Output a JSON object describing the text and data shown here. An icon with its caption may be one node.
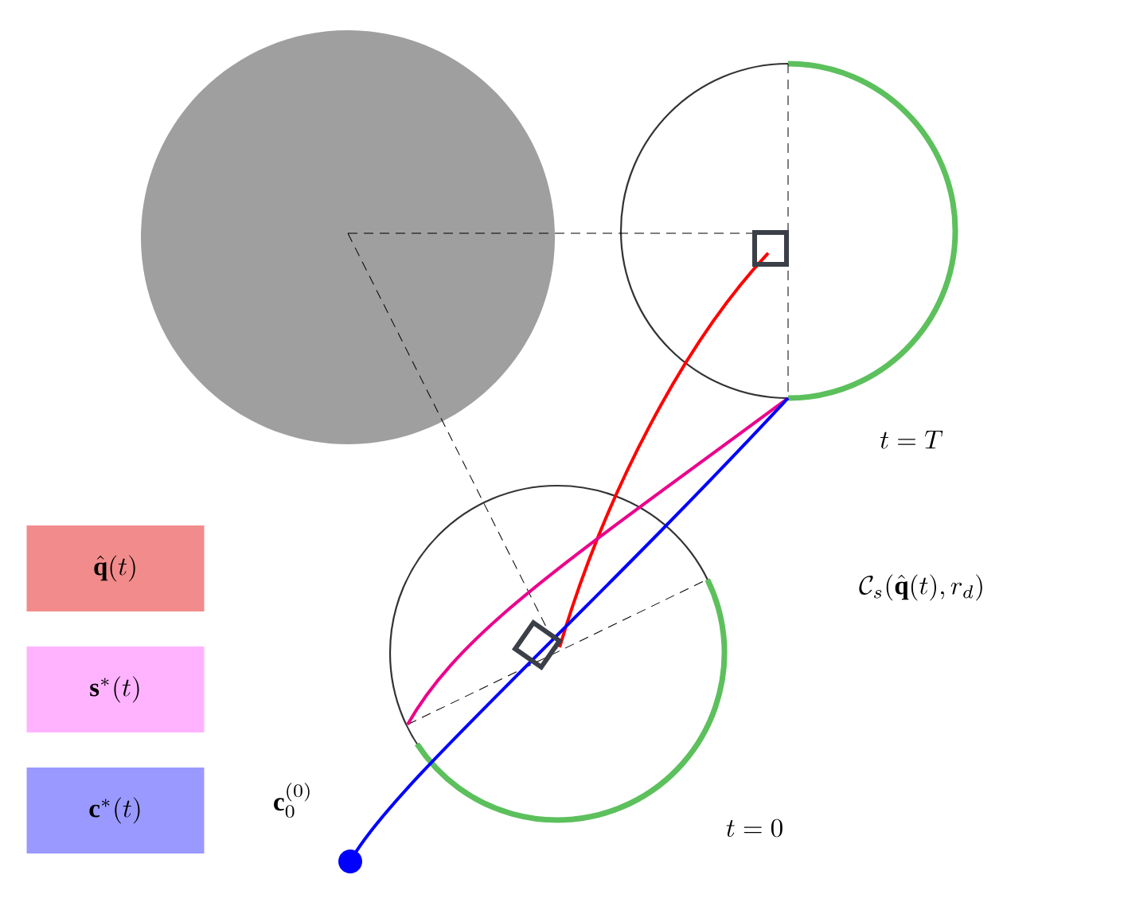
{
  "diagram": {
    "labels": [
      "t = T",
      "\\mathcal{C}_s(\\hat{\\mathbf{q}}(t), r_d)",
      "\\mathbf{c}_0^{(0)}",
      "t = 0"
    ],
    "legend": [
      {
        "text": "\\hat{\\mathbf{q}}(t)",
        "color": "#f28b8b"
      },
      {
        "text": "\\mathbf{s}^*(t)",
        "color": "#ffb3ff"
      },
      {
        "text": "\\mathbf{c}^*(t)",
        "color": "#9999ff"
      }
    ]
  }
}
